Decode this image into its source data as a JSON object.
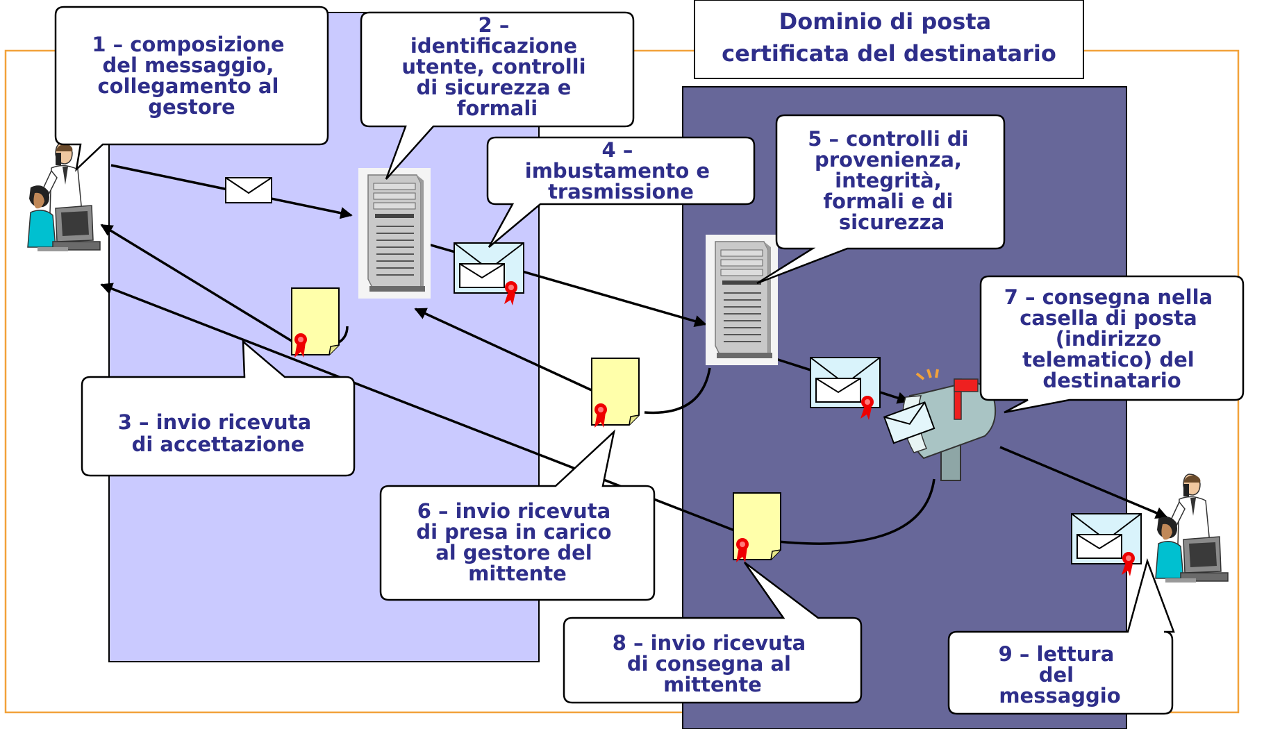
{
  "domain_title": [
    "Dominio di posta",
    "certificata del destinatario"
  ],
  "steps": [
    {
      "id": "1",
      "lines": [
        "1 – composizione",
        "del messaggio,",
        "collegamento al",
        "gestore"
      ]
    },
    {
      "id": "2",
      "lines": [
        "2 –",
        "identificazione",
        "utente, controlli",
        "di sicurezza e",
        "formali"
      ]
    },
    {
      "id": "3",
      "lines": [
        "3 – invio ricevuta",
        "di accettazione"
      ]
    },
    {
      "id": "4",
      "lines": [
        "4 –",
        "imbustamento e",
        "trasmissione"
      ]
    },
    {
      "id": "5",
      "lines": [
        "5 – controlli di",
        "provenienza,",
        "integrità,",
        "formali e di",
        "sicurezza"
      ]
    },
    {
      "id": "6",
      "lines": [
        "6 – invio ricevuta",
        "di presa in carico",
        "al gestore del",
        "mittente"
      ]
    },
    {
      "id": "7",
      "lines": [
        "7 – consegna nella",
        "casella di posta",
        "(indirizzo",
        "telematico) del",
        "destinatario"
      ]
    },
    {
      "id": "8",
      "lines": [
        "8 – invio ricevuta",
        "di consegna al",
        "mittente"
      ]
    },
    {
      "id": "9",
      "lines": [
        "9 – lettura",
        "del",
        "messaggio"
      ]
    }
  ],
  "colors": {
    "sender_domain": "#cacaff",
    "recipient_domain": "#676799",
    "frame": "#f2a23a",
    "label_text": "#2e2e8a"
  },
  "icons": [
    "user-at-computer-icon",
    "mail-server-icon",
    "envelope-icon",
    "certified-receipt-icon",
    "mailbox-icon"
  ]
}
